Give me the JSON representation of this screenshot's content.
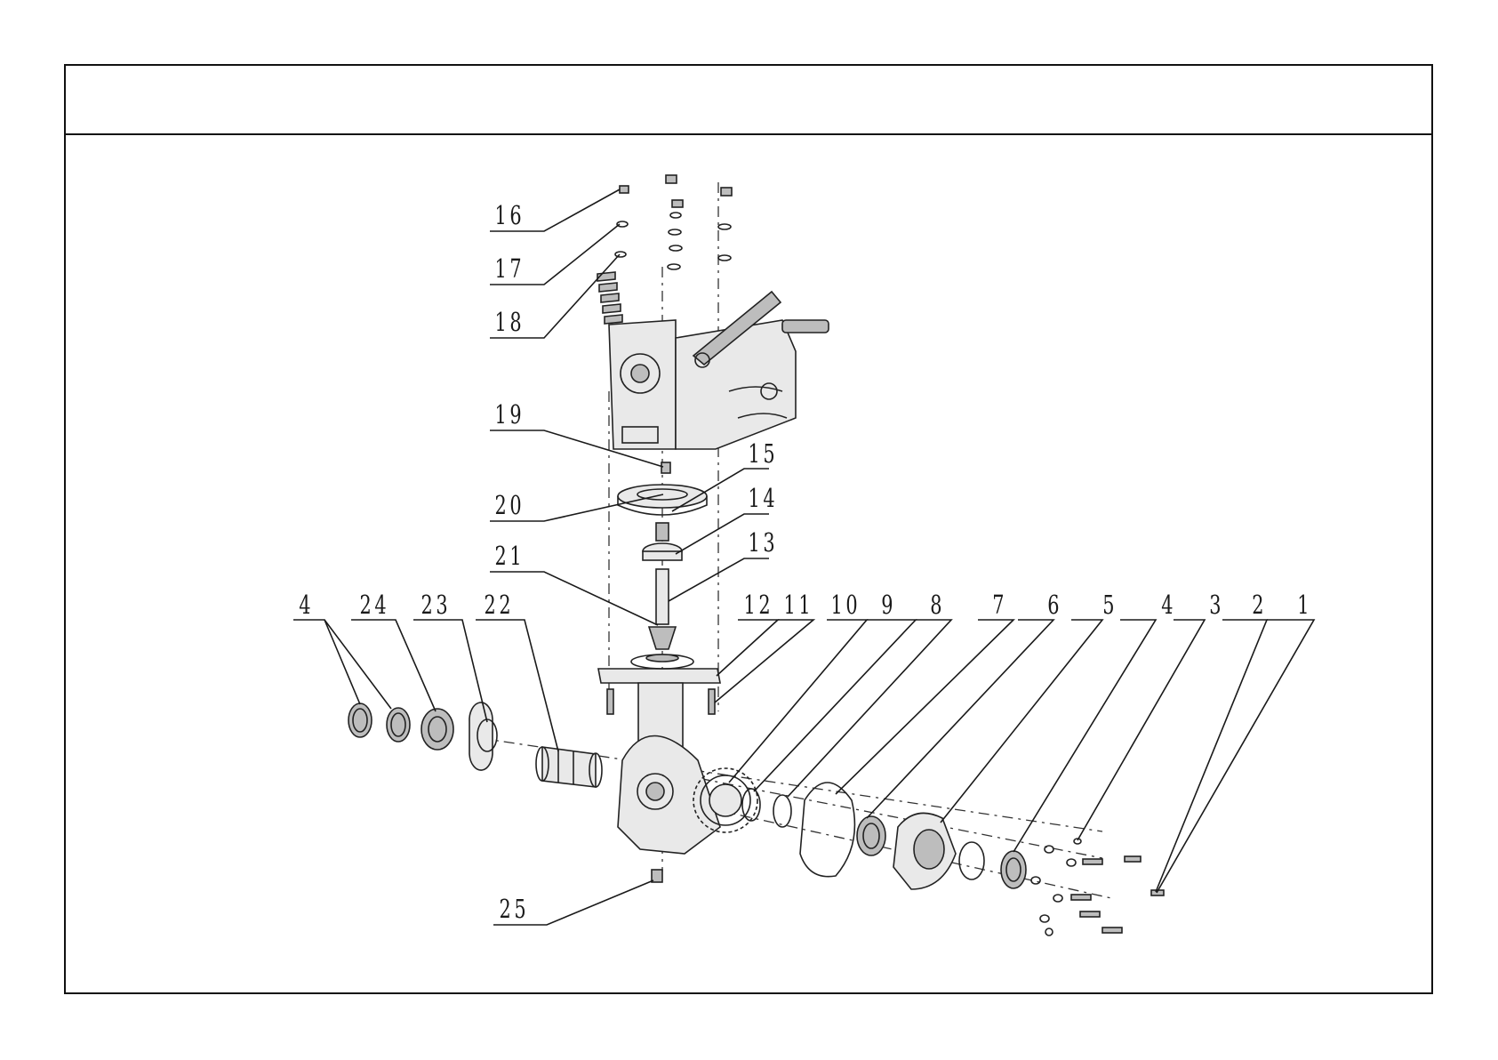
{
  "callouts": [
    {
      "id": "16",
      "text": "16"
    },
    {
      "id": "17",
      "text": "17"
    },
    {
      "id": "18",
      "text": "18"
    },
    {
      "id": "19",
      "text": "19"
    },
    {
      "id": "20",
      "text": "20"
    },
    {
      "id": "21",
      "text": "21"
    },
    {
      "id": "15",
      "text": "15"
    },
    {
      "id": "14",
      "text": "14"
    },
    {
      "id": "13",
      "text": "13"
    },
    {
      "id": "4a",
      "text": "4"
    },
    {
      "id": "24",
      "text": "24"
    },
    {
      "id": "23",
      "text": "23"
    },
    {
      "id": "22",
      "text": "22"
    },
    {
      "id": "12",
      "text": "12"
    },
    {
      "id": "11",
      "text": "11"
    },
    {
      "id": "10",
      "text": "10"
    },
    {
      "id": "9",
      "text": "9"
    },
    {
      "id": "8",
      "text": "8"
    },
    {
      "id": "7",
      "text": "7"
    },
    {
      "id": "6",
      "text": "6"
    },
    {
      "id": "5",
      "text": "5"
    },
    {
      "id": "4b",
      "text": "4"
    },
    {
      "id": "3",
      "text": "3"
    },
    {
      "id": "2",
      "text": "2"
    },
    {
      "id": "1",
      "text": "1"
    },
    {
      "id": "25",
      "text": "25"
    }
  ]
}
